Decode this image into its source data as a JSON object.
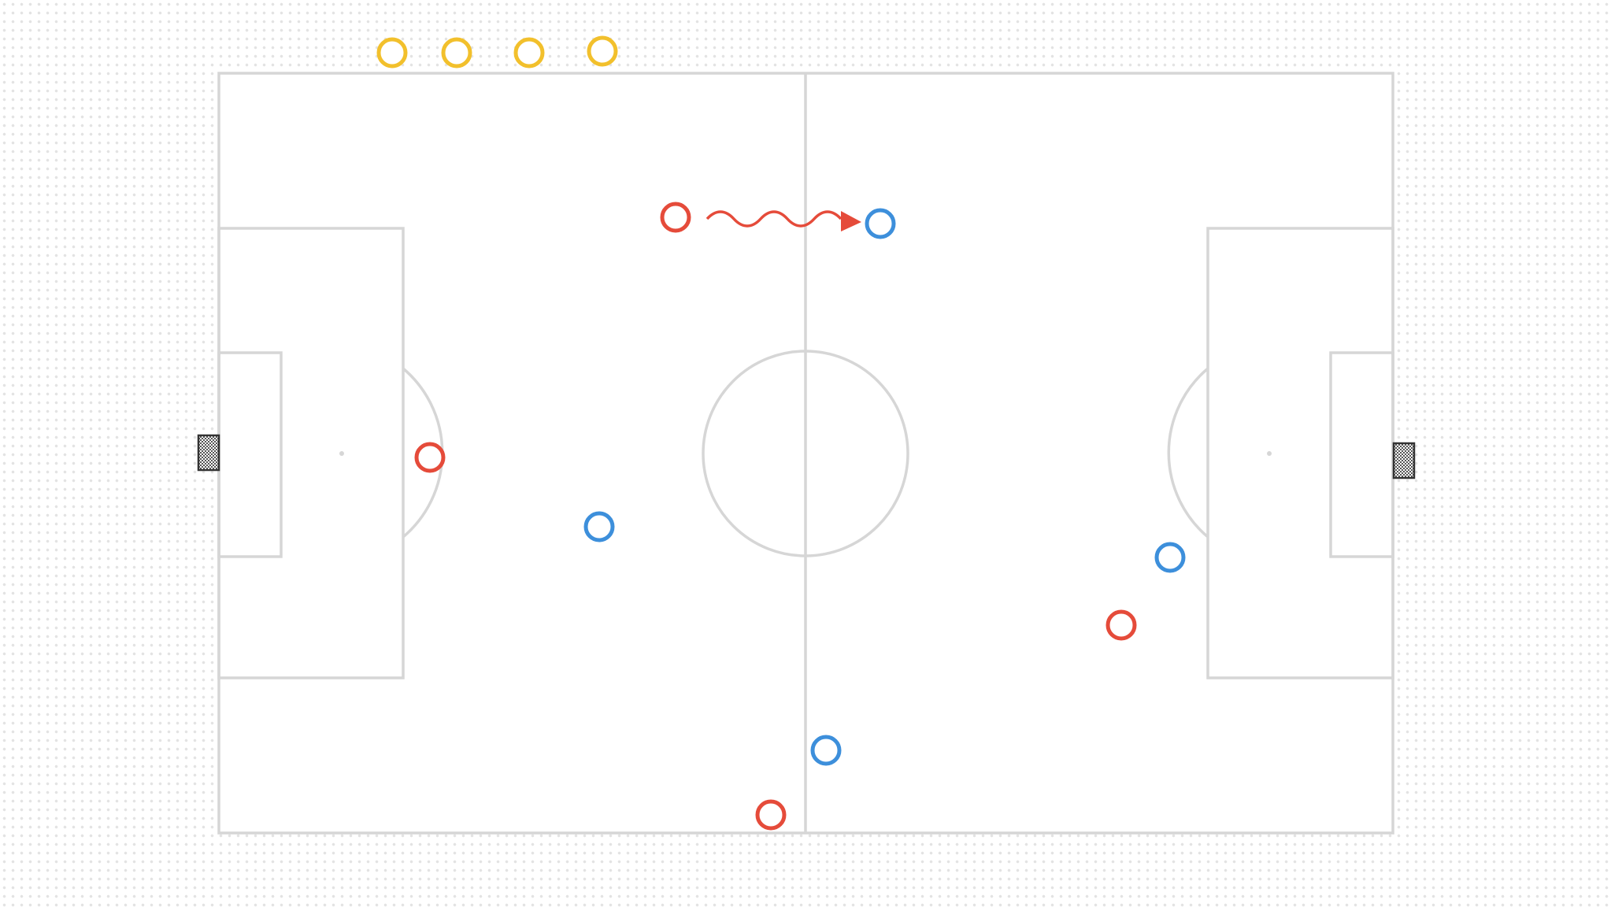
{
  "board": {
    "pitch_color": "#ffffff",
    "line_color": "#d6d6d6",
    "background_dot_color": "#e3e3e3"
  },
  "teams": {
    "red": {
      "color": "#e54b3a"
    },
    "blue": {
      "color": "#3d8fdb"
    },
    "yellow": {
      "color": "#f2c02c",
      "role": "substitutes"
    }
  },
  "goals": [
    {
      "side": "left",
      "icon": "goal-net-icon"
    },
    {
      "side": "right",
      "icon": "goal-net-icon"
    }
  ],
  "dribble": {
    "type": "wavy-arrow",
    "from": "red-player-1",
    "to": "blue-player-1",
    "color": "#e54b3a"
  }
}
